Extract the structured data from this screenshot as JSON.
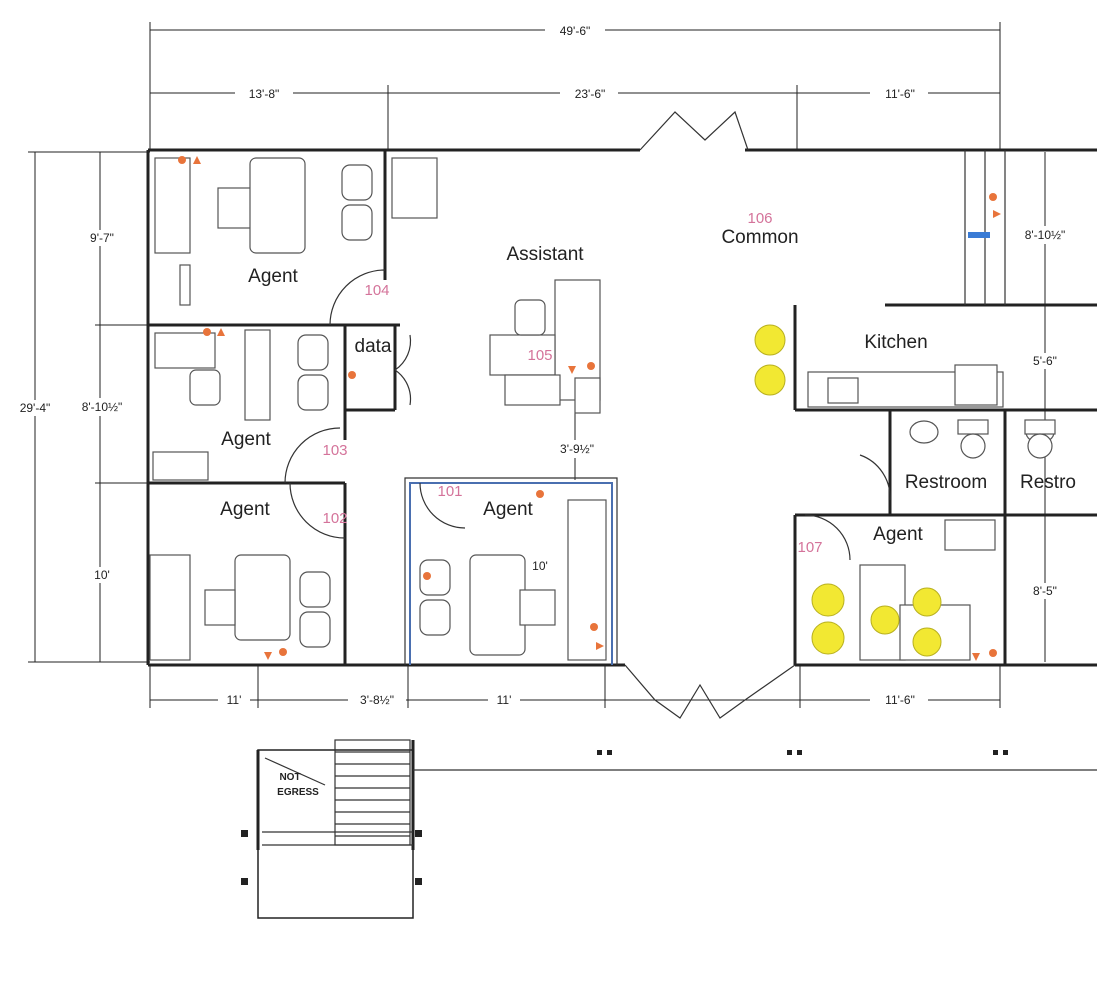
{
  "dimensions": {
    "overall_width": "49'-6\"",
    "top_left": "13'-8\"",
    "top_mid": "23'-6\"",
    "top_right": "11'-6\"",
    "left_total": "29'-4\"",
    "left_upper": "9'-7\"",
    "left_mid": "8'-10½\"",
    "left_lower": "10'",
    "right_upper": "8'-10½\"",
    "right_mid": "5'-6\"",
    "right_lower": "8'-5\"",
    "corridor": "3'-9½\"",
    "bottom_left": "11'",
    "bottom_gap": "3'-8½\"",
    "bottom_mid": "11'",
    "bottom_right": "11'-6\"",
    "room101_inner": "10'"
  },
  "rooms": {
    "r104": {
      "name": "Agent",
      "number": "104"
    },
    "r103": {
      "name": "Agent",
      "number": "103"
    },
    "r102": {
      "name": "Agent",
      "number": "102"
    },
    "r101": {
      "name": "Agent",
      "number": "101"
    },
    "r105": {
      "name": "Assistant",
      "number": "105"
    },
    "r106": {
      "name": "Common",
      "number": "106"
    },
    "r107": {
      "name": "Agent",
      "number": "107"
    },
    "kitchen": {
      "name": "Kitchen"
    },
    "restroom1": {
      "name": "Restroom"
    },
    "restroom2": {
      "name": "Restro"
    },
    "data": {
      "name": "data"
    }
  },
  "stair_sign": {
    "line1": "NOT",
    "line2": "EGRESS"
  },
  "colors": {
    "walls": "#222222",
    "room_numbers": "#d4739a",
    "markers": "#e8743b",
    "lights": "#f2e832",
    "highlight_wall": "#4a6fb0"
  }
}
